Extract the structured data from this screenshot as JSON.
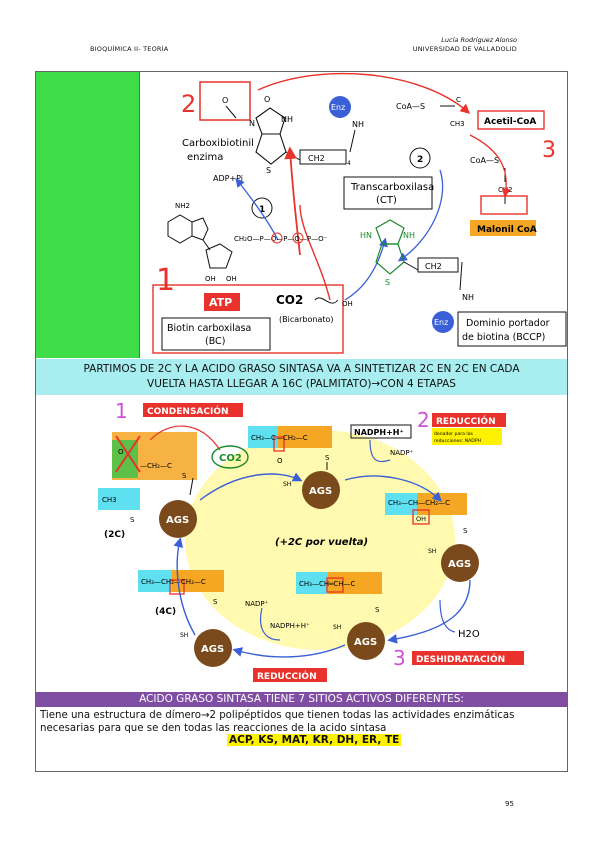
{
  "header": {
    "left": "BIOQUÍMICA II- TEORÍA",
    "author": "Lucía Rodríguez Alonso",
    "right": "UNIVERSIDAD DE VALLADOLID"
  },
  "top_diagram": {
    "carboxybiotinyl": [
      "Carboxibiotinil",
      "enzima"
    ],
    "enz": "Enz",
    "acetyl_coa": "Acetil-CoA",
    "coa_s": "CoA—S",
    "ch3": "CH3",
    "malonyl_coa": "Malonil CoA",
    "ch2": "CH2",
    "transcarboxylase": [
      "Transcarboxilasa",
      "(CT)"
    ],
    "adp_pi": "ADP+Pi",
    "atp": "ATP",
    "co2": "CO2",
    "bicarbonate": "(Bicarbonato)",
    "biotin_carboxylase": [
      "Biotin carboxilasa",
      "(BC)"
    ],
    "bccp": [
      "Dominio portador",
      "de biotina (BCCP)"
    ],
    "step1": "1",
    "step2": "2",
    "hand_1": "1",
    "hand_2": "2",
    "hand_3": "3",
    "nh2": "NH2",
    "oh": "OH",
    "nh": "NH",
    "hn": "HN",
    "s": "S",
    "o": "O",
    "ch2_4": "CH2"
  },
  "band_text": [
    "PARTIMOS DE 2C Y LA ACIDO GRASO SINTASA VA A SINTETIZAR 2C EN 2C EN CADA",
    "VUELTA HASTA LLEGAR A 16C (PALMITATO)→CON 4 ETAPAS"
  ],
  "cycle": {
    "condensation": "CONDENSACIÓN",
    "reduction_top": "REDUCCIÓN",
    "reduction_note": [
      "donador para las",
      "reducciones: NADPH"
    ],
    "nadph_h": "NADPH+H⁺",
    "nadp": "NADP⁺",
    "co2": "CO2",
    "ags": "AGS",
    "sh": "SH",
    "s": "S",
    "two_c": "(2C)",
    "four_c": "(4C)",
    "ch3": "CH3",
    "per_turn": "(+2C por vuelta)",
    "h2o": "H2O",
    "dehydration": "DESHIDRATACIÓN",
    "reduction_bottom": "REDUCCIÓN",
    "hand_1": "1",
    "hand_2": "2",
    "hand_3": "3",
    "oh": "OH",
    "o": "O"
  },
  "purple_title": "ACIDO GRASO SINTASA TIENE 7 SITIOS ACTIVOS DIFERENTES:",
  "description": [
    "Tiene una estructura de dímero→2 polipéptidos que tienen todas las actividades enzimáticas",
    "necesarias para que se den todas las reacciones de la acido sintasa"
  ],
  "active_sites": "ACP, KS, MAT, KR, DH, ER, TE",
  "page_number": "95",
  "colors": {
    "green": "#3fdc4a",
    "cyan": "#a8eef0",
    "purple": "#7f4ea3",
    "red": "#e8322b",
    "orange": "#f5a623",
    "brown": "#7a4a1c",
    "blue": "#3a5fd6",
    "yellow": "#fff200"
  }
}
